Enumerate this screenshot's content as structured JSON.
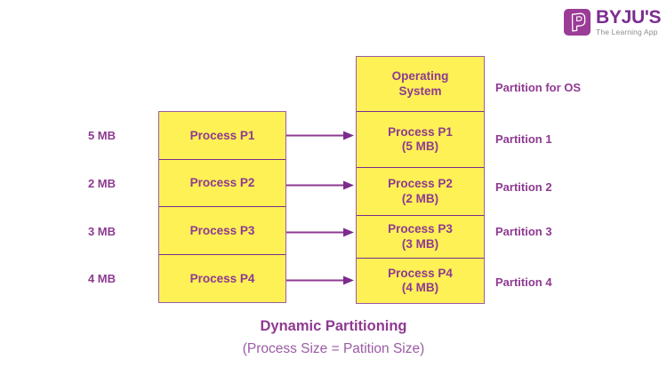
{
  "logo": {
    "mark_icon": "byjus-b-logo-icon",
    "word": "BYJU'S",
    "tagline": "The Learning App",
    "mark_color": "#9B3C96",
    "word_color": "#7B2D8E"
  },
  "colors": {
    "box_fill": "#FDF155",
    "box_border": "#7B2D8E",
    "outer_border": "#9B5BA5",
    "text_purple": "#8E3A91",
    "subtitle_purple": "#9B5BA5"
  },
  "left_column": {
    "name": "process-list",
    "sizes": [
      "5 MB",
      "2 MB",
      "3 MB",
      "4 MB"
    ],
    "processes": [
      "Process P1",
      "Process P2",
      "Process P3",
      "Process P4"
    ]
  },
  "right_column": {
    "name": "memory-map",
    "cells": [
      {
        "line1": "Operating",
        "line2": "System"
      },
      {
        "line1": "Process P1",
        "line2": "(5 MB)"
      },
      {
        "line1": "Process P2",
        "line2": "(2 MB)"
      },
      {
        "line1": "Process P3",
        "line2": "(3 MB)"
      },
      {
        "line1": "Process P4",
        "line2": "(4 MB)"
      }
    ]
  },
  "partition_labels": [
    "Partition for OS",
    "Partition 1",
    "Partition 2",
    "Partition 3",
    "Partition 4"
  ],
  "arrows": {
    "count": 4,
    "icon": "arrow-right-icon"
  },
  "caption": {
    "title": "Dynamic Partitioning",
    "subtitle": "(Process Size = Patition Size)"
  }
}
